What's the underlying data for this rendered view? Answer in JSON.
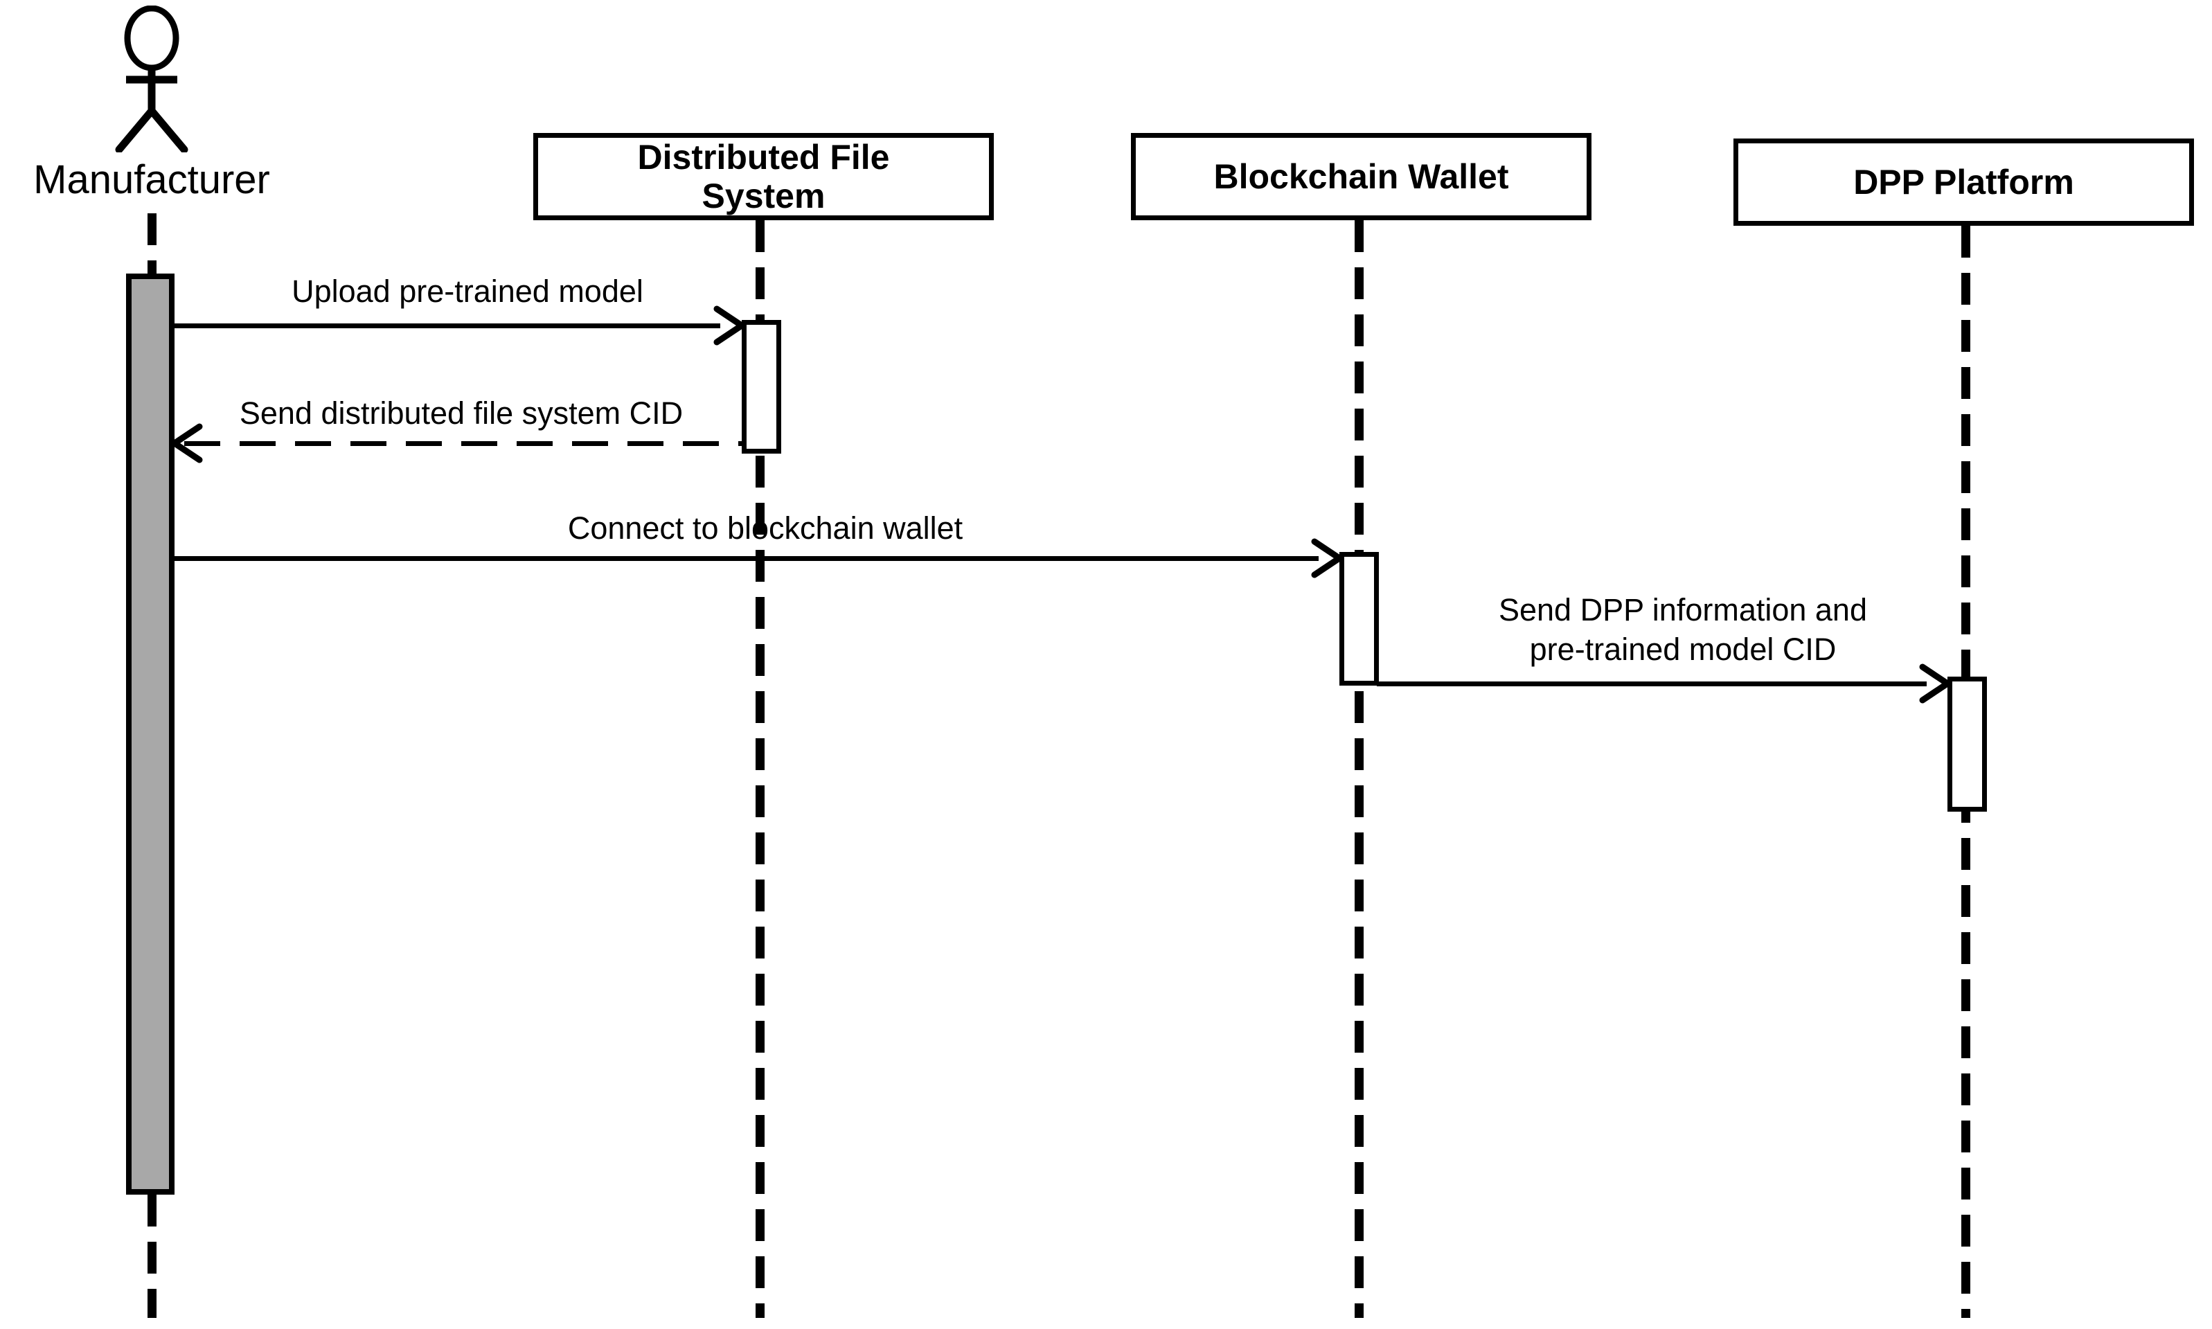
{
  "diagram": {
    "type": "uml-sequence-diagram",
    "actor": {
      "name": "Manufacturer"
    },
    "participants": [
      {
        "name": "Distributed File System",
        "lines": [
          "Distributed File",
          "System"
        ]
      },
      {
        "name": "Blockchain Wallet",
        "lines": [
          "Blockchain Wallet"
        ]
      },
      {
        "name": "DPP Platform",
        "lines": [
          "DPP Platform"
        ]
      }
    ],
    "messages": [
      {
        "from": "Manufacturer",
        "to": "Distributed File System",
        "style": "solid-arrow",
        "lines": [
          "Upload pre-trained model"
        ]
      },
      {
        "from": "Distributed File System",
        "to": "Manufacturer",
        "style": "dashed-return-arrow",
        "lines": [
          "Send distributed file system CID"
        ]
      },
      {
        "from": "Manufacturer",
        "to": "Blockchain Wallet",
        "style": "solid-arrow",
        "lines": [
          "Connect to blockchain wallet"
        ]
      },
      {
        "from": "Blockchain Wallet",
        "to": "DPP Platform",
        "style": "solid-arrow",
        "lines": [
          "Send DPP information and",
          "pre-trained model CID"
        ]
      }
    ],
    "colors": {
      "background": "#ffffff",
      "line": "#000000",
      "actor_activation_fill": "#a8a8a8",
      "activation_fill": "#ffffff"
    }
  }
}
